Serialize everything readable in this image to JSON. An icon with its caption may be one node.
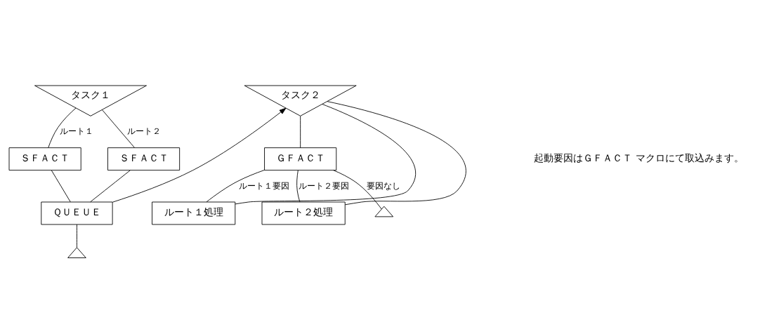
{
  "diagram": {
    "nodes": [
      {
        "text": [
          "タスク１"
        ]
      },
      {
        "text": [
          "ＳＦＡＣＴ"
        ]
      },
      {
        "text": [
          "ＳＦＡＣＴ"
        ]
      },
      {
        "text": [
          "ＱＵＥＵＥ"
        ]
      },
      {
        "text": [],
        "shape": "triangle"
      },
      {
        "text": [
          "タスク２"
        ]
      },
      {
        "text": [
          "ＧＦＡＣＴ"
        ]
      },
      {
        "text": [
          "ルート１処理"
        ]
      },
      {
        "text": [
          "ルート２処理"
        ]
      },
      {
        "text": [],
        "shape": "triangle"
      }
    ],
    "edges": [
      {
        "from": 0,
        "to": 1,
        "arrow": "none",
        "label": "ルート１"
      },
      {
        "from": 0,
        "to": 2,
        "arrow": "none",
        "label": "ルート２"
      },
      {
        "from": 1,
        "to": 3,
        "arrow": "none"
      },
      {
        "from": 2,
        "to": 3,
        "arrow": "none"
      },
      {
        "from": 3,
        "to": 4,
        "arrow": "none"
      },
      {
        "from": 3,
        "to": 5,
        "arrow": "to"
      },
      {
        "from": 5,
        "to": 6,
        "arrow": "none"
      },
      {
        "from": 6,
        "to": 7,
        "arrow": "none",
        "label": "ルート１要因"
      },
      {
        "from": 6,
        "to": 8,
        "arrow": "none",
        "label": "ルート２要因"
      },
      {
        "from": 6,
        "to": 9,
        "arrow": "none",
        "label": "要因なし"
      },
      {
        "from": 7,
        "to": 5,
        "arrow": "none"
      },
      {
        "from": 8,
        "to": 5,
        "arrow": "none"
      }
    ],
    "labels": [
      "起動要因はＧＦＡＣＴ マクロにて取込みます。"
    ]
  }
}
